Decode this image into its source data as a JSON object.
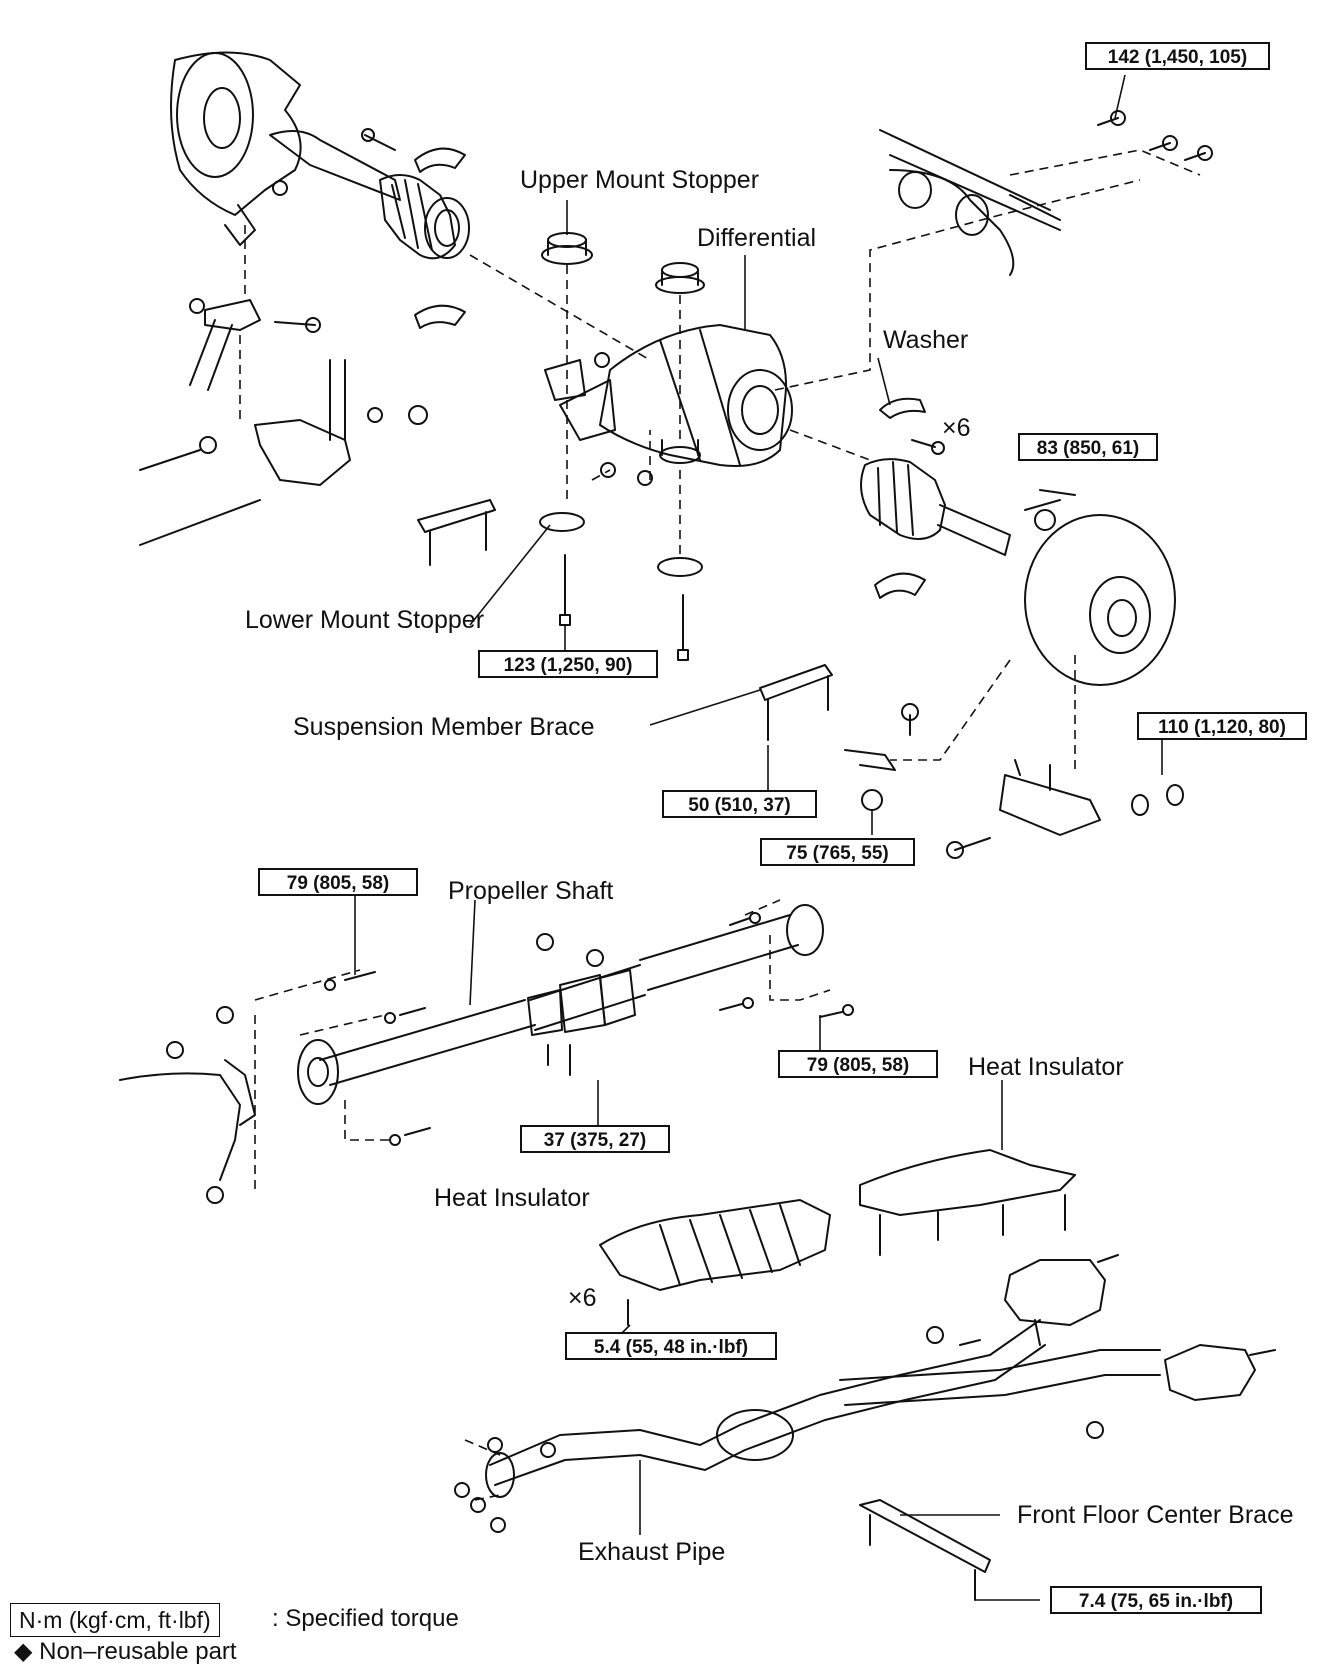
{
  "labels": {
    "upper_mount_stopper": "Upper Mount Stopper",
    "differential": "Differential",
    "washer": "Washer",
    "lower_mount_stopper": "Lower Mount Stopper",
    "suspension_member_brace": "Suspension Member Brace",
    "propeller_shaft": "Propeller Shaft",
    "heat_insulator_right": "Heat Insulator",
    "heat_insulator_left": "Heat Insulator",
    "exhaust_pipe": "Exhaust Pipe",
    "front_floor_center_brace": "Front Floor Center Brace"
  },
  "multipliers": {
    "washer_bolts": "×6",
    "insulator_bolts": "×6"
  },
  "torques": {
    "t142": "142 (1,450, 105)",
    "t83": "83 (850, 61)",
    "t123": "123 (1,250, 90)",
    "t110": "110 (1,120, 80)",
    "t50": "50 (510, 37)",
    "t75": "75 (765, 55)",
    "t79_left": "79 (805, 58)",
    "t79_right": "79 (805, 58)",
    "t37": "37 (375, 27)",
    "t5_4": "5.4 (55, 48 in.·lbf)",
    "t7_4": "7.4 (75, 65 in.·lbf)"
  },
  "legend": {
    "torque_unit": "N·m (kgf·cm, ft·lbf)",
    "torque_desc": ": Specified torque",
    "non_reusable": "◆ Non–reusable part"
  }
}
